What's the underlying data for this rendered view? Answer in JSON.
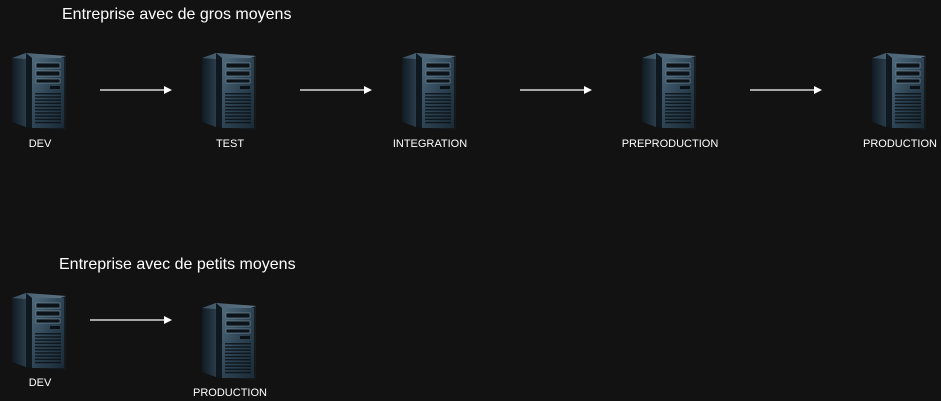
{
  "sections": [
    {
      "title": "Entreprise avec de gros moyens",
      "nodes": [
        {
          "label": "DEV",
          "icon": "server-tower-icon"
        },
        {
          "label": "TEST",
          "icon": "server-tower-icon"
        },
        {
          "label": "INTEGRATION",
          "icon": "server-tower-icon"
        },
        {
          "label": "PREPRODUCTION",
          "icon": "server-tower-icon"
        },
        {
          "label": "PRODUCTION",
          "icon": "server-tower-icon"
        }
      ]
    },
    {
      "title": "Entreprise avec de petits moyens",
      "nodes": [
        {
          "label": "DEV",
          "icon": "server-tower-icon"
        },
        {
          "label": "PRODUCTION",
          "icon": "server-tower-icon"
        }
      ]
    }
  ],
  "colors": {
    "background": "#121212",
    "text": "#ffffff",
    "arrow": "#ffffff",
    "server_dark": "#1b2a35",
    "server_light": "#4f6a7d"
  }
}
